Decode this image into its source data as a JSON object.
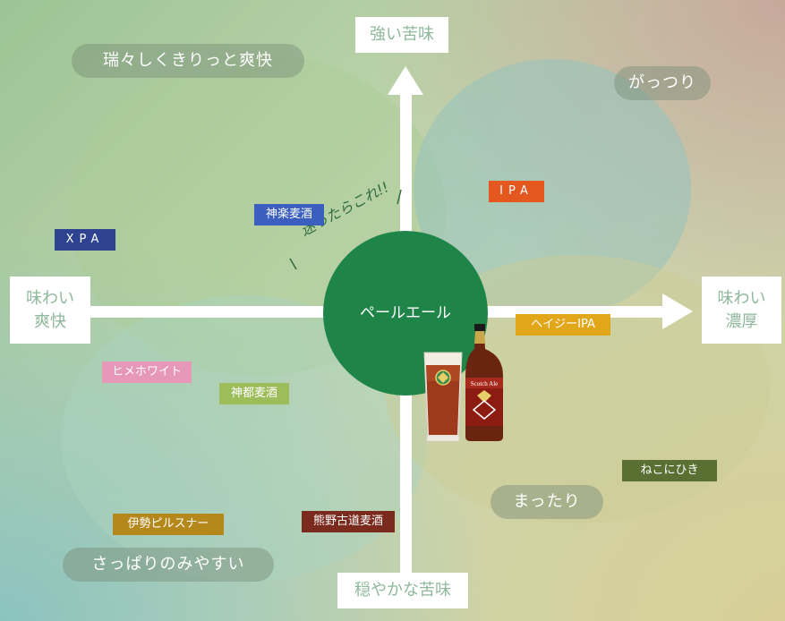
{
  "axes": {
    "top": "強い苦味",
    "bottom": "穏やかな苦味",
    "left_line1": "味わい",
    "left_line2": "爽快",
    "right_line1": "味わい",
    "right_line2": "濃厚"
  },
  "quadrant_labels": {
    "upper_left": "瑞々しくきりっと爽快",
    "upper_right": "がっつり",
    "lower_right": "まったり",
    "lower_left": "さっぱりのみやすい"
  },
  "center": {
    "label": "ペールエール",
    "slogan": "迷ったらこれ!!"
  },
  "beer_tags": [
    {
      "label": "XPA",
      "color": "#2d4391"
    },
    {
      "label": "神楽麦酒",
      "color": "#3a5fbf"
    },
    {
      "label": "IPA",
      "color": "#e4571f"
    },
    {
      "label": "ヘイジーIPA",
      "color": "#e1a61a"
    },
    {
      "label": "ヒメホワイト",
      "color": "#e797b8"
    },
    {
      "label": "神都麦酒",
      "color": "#9dbd5a"
    },
    {
      "label": "ねこにひき",
      "color": "#5a7033"
    },
    {
      "label": "伊勢ピルスナー",
      "color": "#b5881c"
    },
    {
      "label": "熊野古道麦酒",
      "color": "#7b2a1e"
    }
  ],
  "product": {
    "bottle_label": "Scotch Ale"
  }
}
